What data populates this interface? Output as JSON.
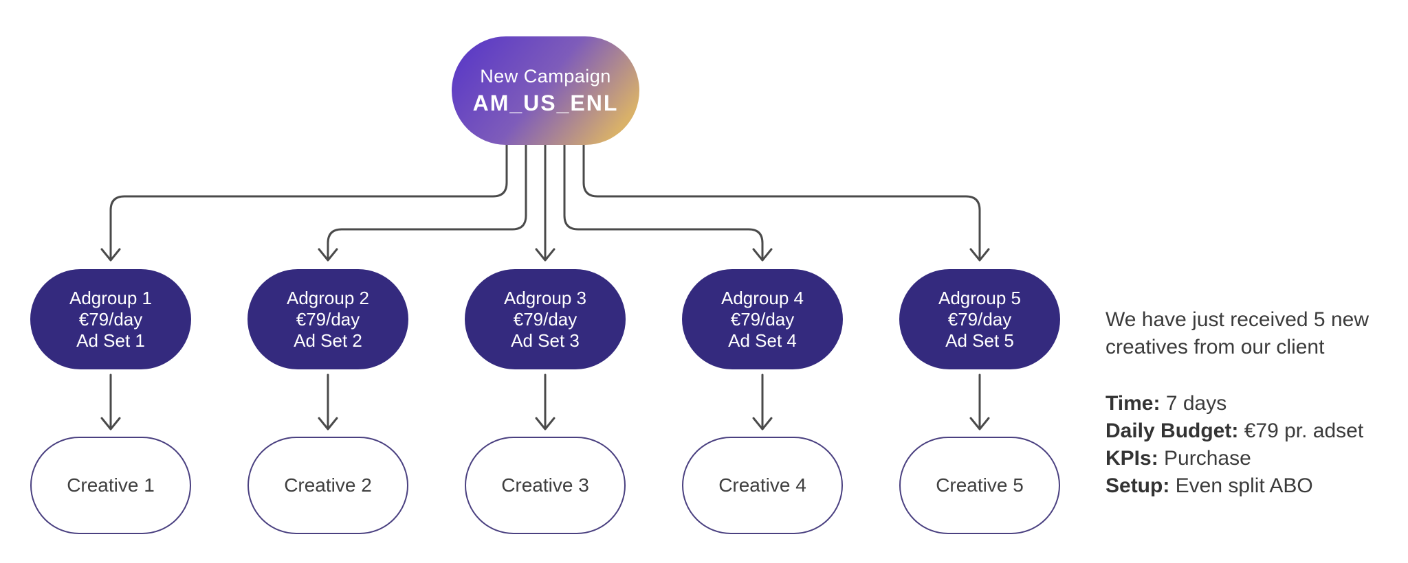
{
  "canvas": {
    "background": "#ffffff"
  },
  "campaign_node": {
    "subtitle": "New Campaign",
    "title": "AM_US_ENL",
    "gradient_start": "#5a39c6",
    "gradient_mid": "#7e5cba",
    "gradient_end": "#d9b169"
  },
  "adgroups": [
    {
      "name": "Adgroup 1",
      "budget": "€79/day",
      "adset": "Ad Set 1"
    },
    {
      "name": "Adgroup 2",
      "budget": "€79/day",
      "adset": "Ad Set 2"
    },
    {
      "name": "Adgroup 3",
      "budget": "€79/day",
      "adset": "Ad Set 3"
    },
    {
      "name": "Adgroup 4",
      "budget": "€79/day",
      "adset": "Ad Set 4"
    },
    {
      "name": "Adgroup 5",
      "budget": "€79/day",
      "adset": "Ad Set 5"
    }
  ],
  "creatives": [
    {
      "label": "Creative 1"
    },
    {
      "label": "Creative 2"
    },
    {
      "label": "Creative 3"
    },
    {
      "label": "Creative 4"
    },
    {
      "label": "Creative 5"
    }
  ],
  "brief": {
    "paragraph": "We have just received 5 new creatives from our client",
    "details": [
      {
        "label": "Time:",
        "value": "7 days"
      },
      {
        "label": "Daily Budget:",
        "value": "€79 pr. adset"
      },
      {
        "label": "KPIs:",
        "value": "Purchase"
      },
      {
        "label": "Setup:",
        "value": "Even split ABO"
      }
    ]
  },
  "colors": {
    "adgroup_fill": "#342a7e",
    "creative_border": "#4a4080",
    "arrow": "#4a4a4a",
    "node_text": "#ffffff",
    "body_text": "#3b3b3b"
  }
}
